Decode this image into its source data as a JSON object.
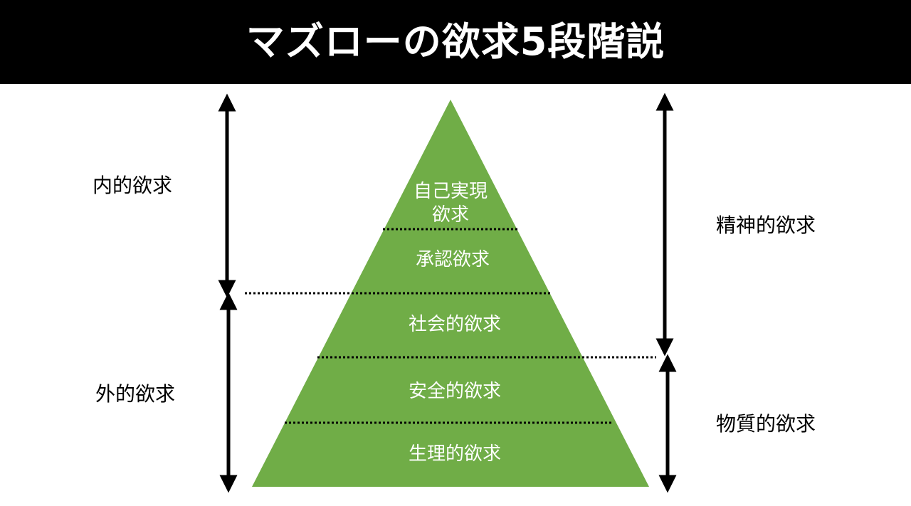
{
  "header": {
    "title": "マズローの欲求5段階説"
  },
  "colors": {
    "header_bg": "#000000",
    "title_text": "#ffffff",
    "pyramid_fill": "#70ad47",
    "level_text": "#ffffff",
    "side_text": "#000000",
    "arrows": "#000000"
  },
  "pyramid": {
    "levels": [
      {
        "lines": [
          "自己実現",
          "欲求"
        ]
      },
      {
        "lines": [
          "承認欲求"
        ]
      },
      {
        "lines": [
          "社会的欲求"
        ]
      },
      {
        "lines": [
          "安全的欲求"
        ]
      },
      {
        "lines": [
          "生理的欲求"
        ]
      }
    ]
  },
  "left_groups": {
    "upper_label": "内的欲求",
    "lower_label": "外的欲求"
  },
  "right_groups": {
    "upper_label": "精神的欲求",
    "lower_label": "物質的欲求"
  }
}
